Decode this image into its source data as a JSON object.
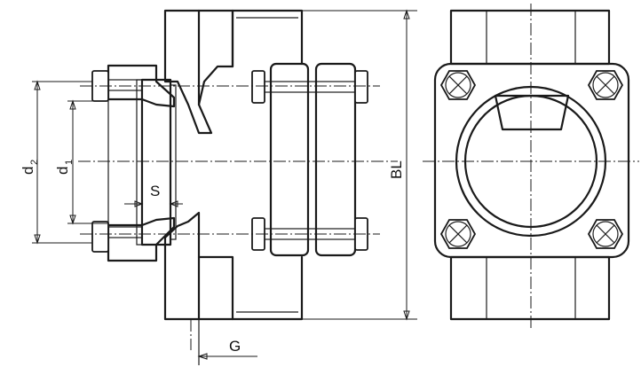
{
  "drawing": {
    "labels": {
      "d2_main": "d",
      "d2_sub": "2",
      "d1_main": "d",
      "d1_sub": "1",
      "s": "S",
      "bl": "BL",
      "g": "G"
    },
    "colors": {
      "ink": "#1a1a1a",
      "paper": "#ffffff"
    }
  }
}
